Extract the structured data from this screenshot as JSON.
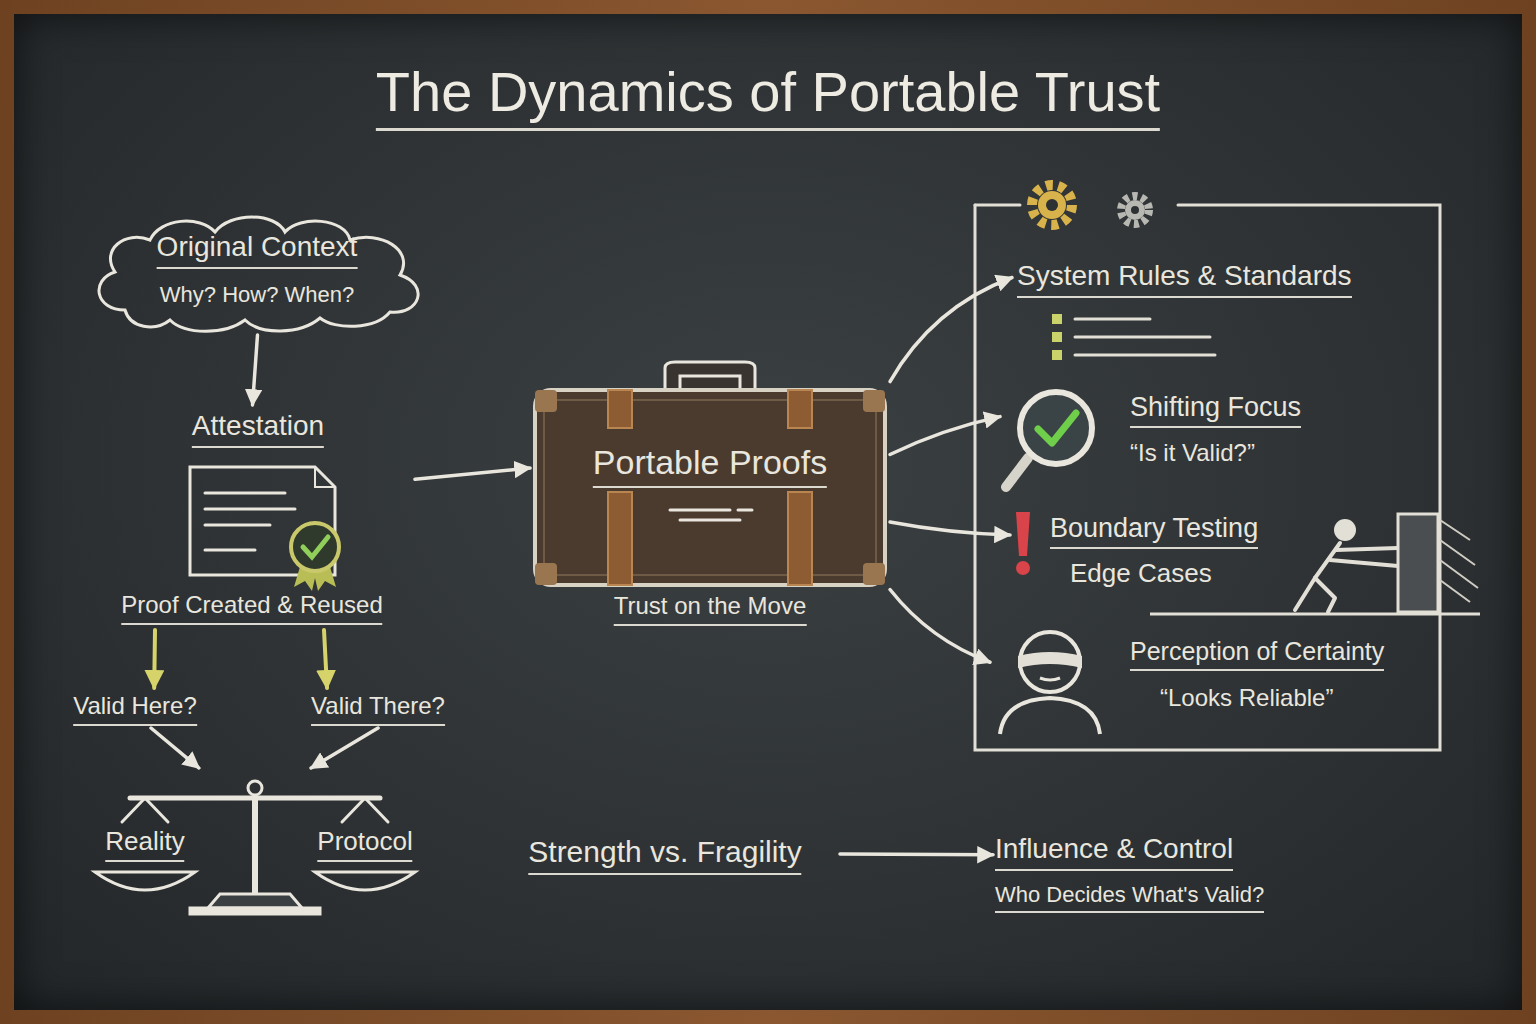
{
  "diagram": {
    "title": "The Dynamics of Portable Trust",
    "nodes": [
      {
        "text": [
          "Original Context",
          "Why? How? When?"
        ]
      },
      {
        "text": [
          "Attestation",
          "Proof Created & Reused"
        ]
      },
      {
        "text": [
          "Portable Proofs",
          "Trust on the Move"
        ]
      },
      {
        "text": [
          "Valid Here?"
        ]
      },
      {
        "text": [
          "Valid There?"
        ]
      },
      {
        "text": [
          "Reality",
          "Protocol"
        ]
      },
      {
        "text": [
          "System Rules & Standards"
        ]
      },
      {
        "text": [
          "Shifting Focus",
          "“Is it Valid?”"
        ]
      },
      {
        "text": [
          "Boundary Testing",
          "Edge Cases"
        ]
      },
      {
        "text": [
          "Perception of Certainty",
          "“Looks Reliable”"
        ]
      },
      {
        "text": [
          "Strength vs. Fragility"
        ]
      },
      {
        "text": [
          "Influence & Control",
          "Who Decides What's Valid?"
        ]
      }
    ],
    "edges": [
      {
        "from": 0,
        "to": 1,
        "arrow": "to"
      },
      {
        "from": 1,
        "to": 2,
        "arrow": "to"
      },
      {
        "from": 1,
        "to": 3,
        "arrow": "to"
      },
      {
        "from": 1,
        "to": 4,
        "arrow": "to"
      },
      {
        "from": 3,
        "to": 5,
        "arrow": "to"
      },
      {
        "from": 4,
        "to": 5,
        "arrow": "to"
      },
      {
        "from": 2,
        "to": 6,
        "arrow": "to"
      },
      {
        "from": 2,
        "to": 7,
        "arrow": "to"
      },
      {
        "from": 2,
        "to": 8,
        "arrow": "to"
      },
      {
        "from": 2,
        "to": 9,
        "arrow": "to"
      },
      {
        "from": 10,
        "to": 11,
        "arrow": "to"
      }
    ]
  }
}
